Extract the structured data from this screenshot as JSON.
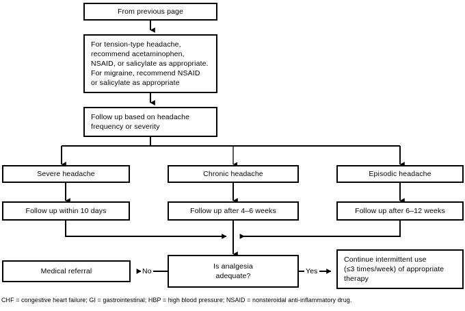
{
  "figure": {
    "type": "clinical-decision-flowchart",
    "background_color": "#ffffff",
    "line_color": "#000000"
  },
  "nodes": {
    "from_previous_page": "From previous page",
    "recommend_analgesic": "For tension-type headache,\nrecommend acetaminophen,\nNSAID, or salicylate as appropriate.\nFor migraine, recommend NSAID\nor salicylate as appropriate",
    "follow_up_basis": "Follow up based on headache\nfrequency or severity",
    "severe_headache": "Severe headache",
    "chronic_headache": "Chronic headache",
    "episodic_headache": "Episodic headache",
    "follow_up_severe": "Follow up within 10 days",
    "follow_up_chronic": "Follow up after 4–6 weeks",
    "follow_up_episodic": "Follow up after 6–12 weeks",
    "decision_analgesia": "Is analgesia\nadequate?",
    "medical_referral": "Medical referral",
    "continue_therapy": "Continue intermittent use\n(≤3 times/week) of appropriate\ntherapy"
  },
  "edge_labels": {
    "no": "No",
    "yes": "Yes"
  },
  "footnote": {
    "text": "CHF = congestive heart failure; GI = gastrointestinal; HBP = high blood pressure; NSAID = nonsteroidal anti-inflammatory drug."
  }
}
